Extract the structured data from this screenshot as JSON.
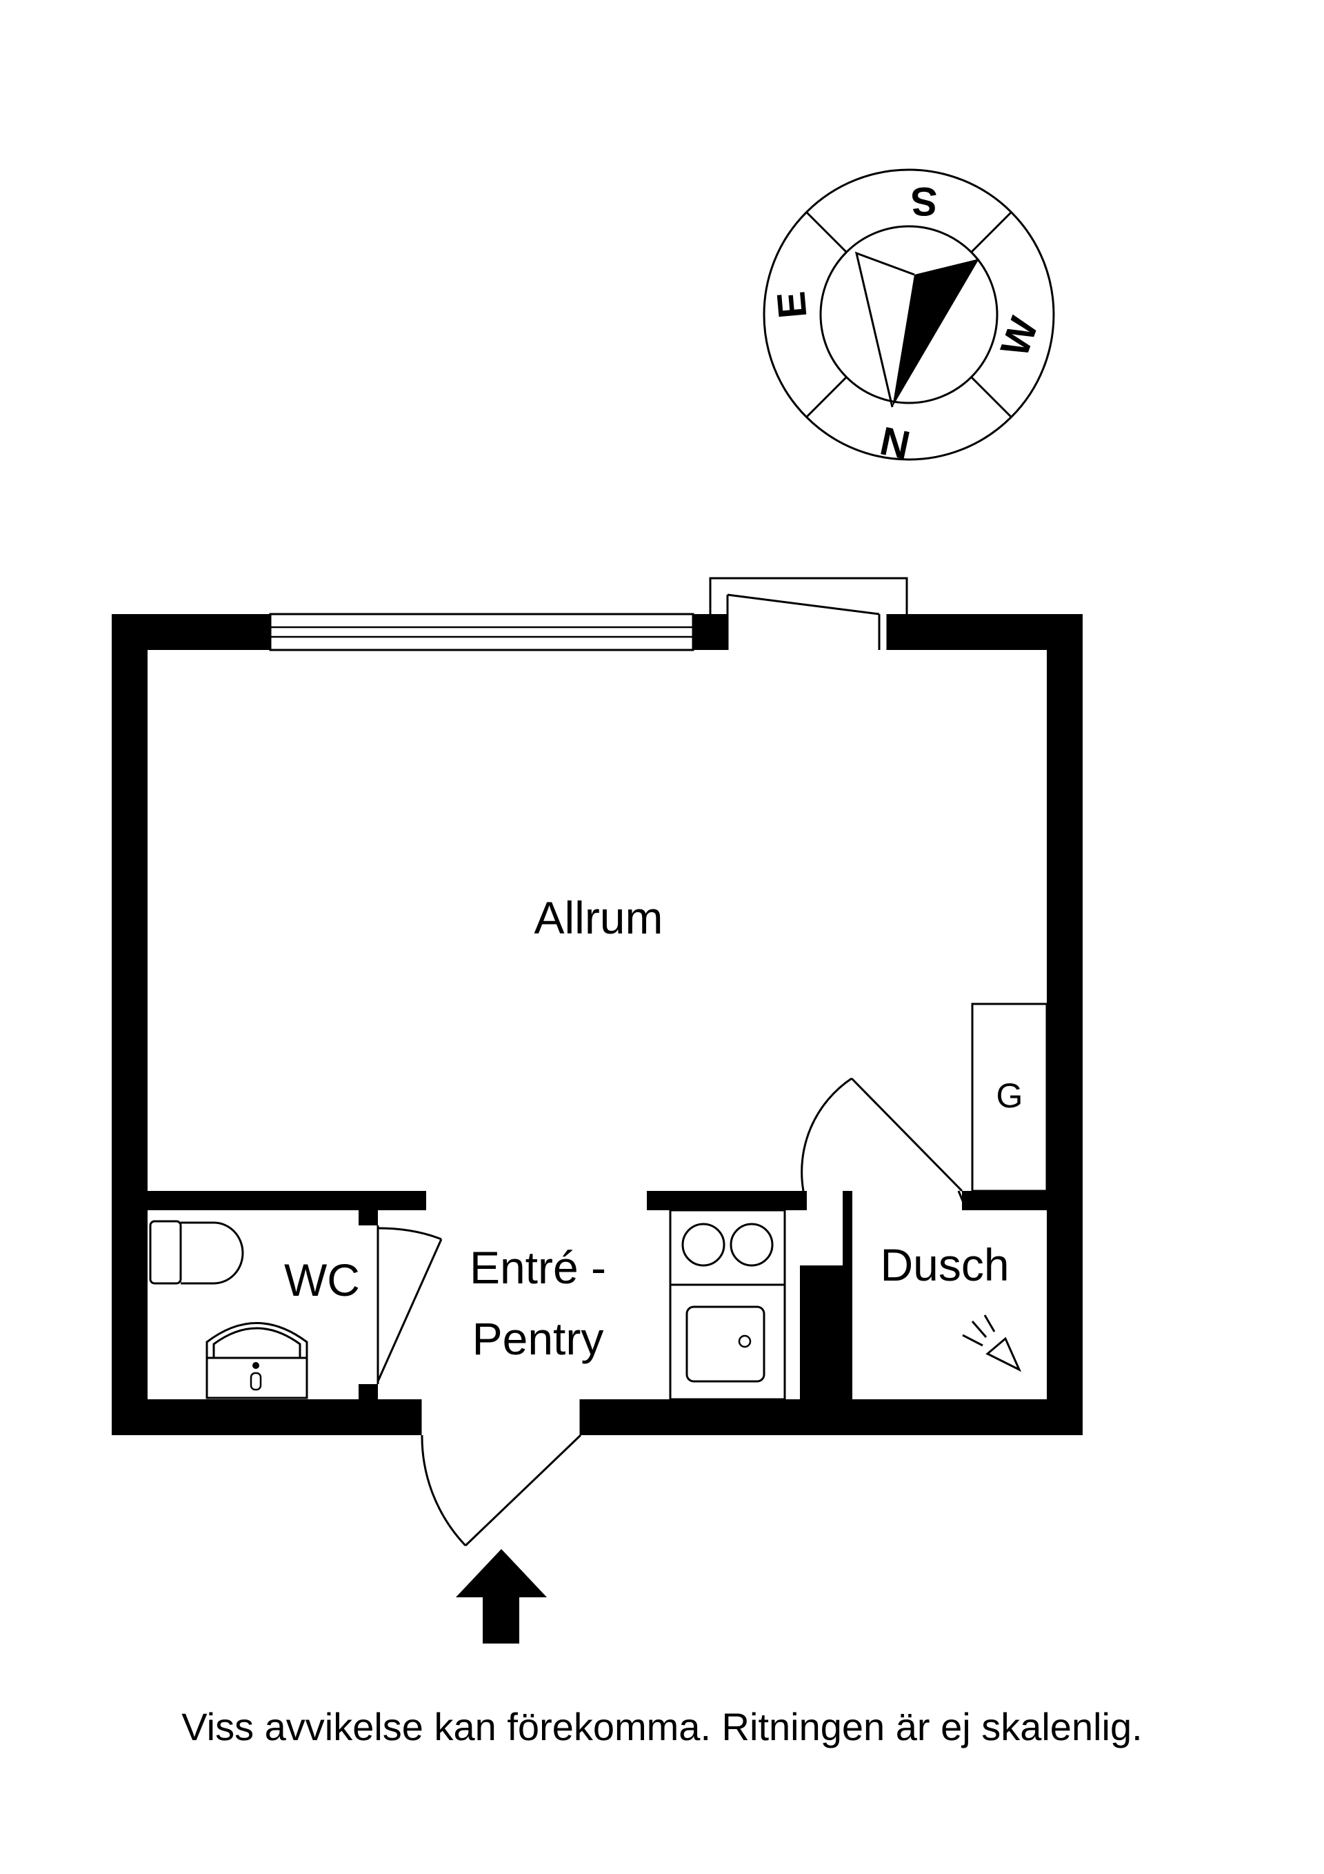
{
  "rooms": {
    "allrum": "Allrum",
    "wc": "WC",
    "entre_line1": "Entré -",
    "entre_line2": "Pentry",
    "dusch": "Dusch",
    "wardrobe": "G"
  },
  "compass": {
    "north": "N",
    "south": "S",
    "east": "E",
    "west": "W"
  },
  "disclaimer": "Viss avvikelse kan förekomma. Ritningen är ej skalenlig.",
  "colors": {
    "ink": "#000000",
    "background": "#ffffff"
  }
}
